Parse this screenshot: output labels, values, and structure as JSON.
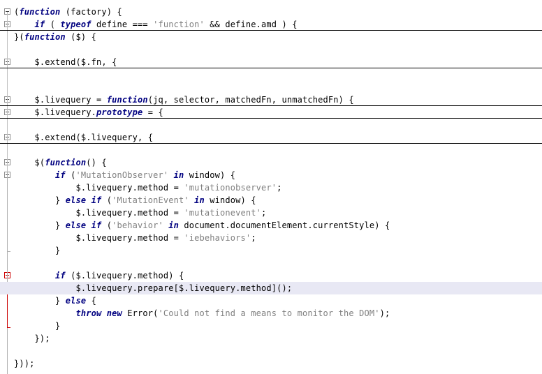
{
  "editor": {
    "lines": [
      {
        "tokens": [
          {
            "t": "("
          },
          {
            "t": "function",
            "c": "kw"
          },
          {
            "t": " (factory) {"
          }
        ],
        "fold": "expanded"
      },
      {
        "tokens": [
          {
            "t": "    "
          },
          {
            "t": "if",
            "c": "kw"
          },
          {
            "t": " ( "
          },
          {
            "t": "typeof",
            "c": "kw"
          },
          {
            "t": " define === "
          },
          {
            "t": "'function'",
            "c": "str"
          },
          {
            "t": " && define.amd ) {"
          }
        ],
        "fold": "collapsed",
        "sep": true
      },
      {
        "tokens": [
          {
            "t": "}("
          },
          {
            "t": "function",
            "c": "kw"
          },
          {
            "t": " ($) {"
          }
        ],
        "fold": "none"
      },
      {
        "tokens": [],
        "fold": "none"
      },
      {
        "tokens": [
          {
            "t": "    $.extend($.fn, {"
          }
        ],
        "fold": "collapsed",
        "sep": true
      },
      {
        "tokens": [],
        "fold": "none"
      },
      {
        "tokens": [],
        "fold": "none"
      },
      {
        "tokens": [
          {
            "t": "    $.livequery = "
          },
          {
            "t": "function",
            "c": "kw"
          },
          {
            "t": "(jq, selector, matchedFn, unmatchedFn) {"
          }
        ],
        "fold": "collapsed",
        "sep": true
      },
      {
        "tokens": [
          {
            "t": "    $.livequery."
          },
          {
            "t": "prototype",
            "c": "kw"
          },
          {
            "t": " = {"
          }
        ],
        "fold": "collapsed",
        "sep": true
      },
      {
        "tokens": [],
        "fold": "none"
      },
      {
        "tokens": [
          {
            "t": "    $.extend($.livequery, {"
          }
        ],
        "fold": "collapsed",
        "sep": true
      },
      {
        "tokens": [],
        "fold": "none"
      },
      {
        "tokens": [
          {
            "t": "    $("
          },
          {
            "t": "function",
            "c": "kw"
          },
          {
            "t": "() {"
          }
        ],
        "fold": "expanded"
      },
      {
        "tokens": [
          {
            "t": "        "
          },
          {
            "t": "if",
            "c": "kw"
          },
          {
            "t": " ("
          },
          {
            "t": "'MutationObserver'",
            "c": "str"
          },
          {
            "t": " "
          },
          {
            "t": "in",
            "c": "kw"
          },
          {
            "t": " window) {"
          }
        ],
        "fold": "expanded"
      },
      {
        "tokens": [
          {
            "t": "            $.livequery.method = "
          },
          {
            "t": "'mutationobserver'",
            "c": "str"
          },
          {
            "t": ";"
          }
        ],
        "fold": "none"
      },
      {
        "tokens": [
          {
            "t": "        } "
          },
          {
            "t": "else",
            "c": "kw"
          },
          {
            "t": " "
          },
          {
            "t": "if",
            "c": "kw"
          },
          {
            "t": " ("
          },
          {
            "t": "'MutationEvent'",
            "c": "str"
          },
          {
            "t": " "
          },
          {
            "t": "in",
            "c": "kw"
          },
          {
            "t": " window) {"
          }
        ],
        "fold": "none"
      },
      {
        "tokens": [
          {
            "t": "            $.livequery.method = "
          },
          {
            "t": "'mutationevent'",
            "c": "str"
          },
          {
            "t": ";"
          }
        ],
        "fold": "none"
      },
      {
        "tokens": [
          {
            "t": "        } "
          },
          {
            "t": "else",
            "c": "kw"
          },
          {
            "t": " "
          },
          {
            "t": "if",
            "c": "kw"
          },
          {
            "t": " ("
          },
          {
            "t": "'behavior'",
            "c": "str"
          },
          {
            "t": " "
          },
          {
            "t": "in",
            "c": "kw"
          },
          {
            "t": " document.documentElement.currentStyle) {"
          }
        ],
        "fold": "none"
      },
      {
        "tokens": [
          {
            "t": "            $.livequery.method = "
          },
          {
            "t": "'iebehaviors'",
            "c": "str"
          },
          {
            "t": ";"
          }
        ],
        "fold": "none"
      },
      {
        "tokens": [
          {
            "t": "        }"
          }
        ],
        "fold": "none"
      },
      {
        "tokens": [],
        "fold": "none"
      },
      {
        "tokens": [
          {
            "t": "        "
          },
          {
            "t": "if",
            "c": "kw"
          },
          {
            "t": " ($.livequery.method) {"
          }
        ],
        "fold": "expanded-red"
      },
      {
        "tokens": [
          {
            "t": "            $.livequery.prepare[$.livequery.method]();"
          }
        ],
        "fold": "none",
        "highlight": true
      },
      {
        "tokens": [
          {
            "t": "        } "
          },
          {
            "t": "else",
            "c": "kw"
          },
          {
            "t": " {"
          }
        ],
        "fold": "none"
      },
      {
        "tokens": [
          {
            "t": "            "
          },
          {
            "t": "throw",
            "c": "kw"
          },
          {
            "t": " "
          },
          {
            "t": "new",
            "c": "kw"
          },
          {
            "t": " Error("
          },
          {
            "t": "'Could not find a means to monitor the DOM'",
            "c": "str"
          },
          {
            "t": ");"
          }
        ],
        "fold": "none"
      },
      {
        "tokens": [
          {
            "t": "        }"
          }
        ],
        "fold": "none"
      },
      {
        "tokens": [
          {
            "t": "    });"
          }
        ],
        "fold": "none"
      },
      {
        "tokens": [],
        "fold": "none"
      },
      {
        "tokens": [
          {
            "t": "}));"
          }
        ],
        "fold": "none"
      }
    ]
  },
  "colors": {
    "keyword": "#000080",
    "string": "#808080",
    "text": "#000000",
    "current_line": "#e8e8f4",
    "fold_marker": "#909090",
    "active_fold": "#cc0000"
  }
}
